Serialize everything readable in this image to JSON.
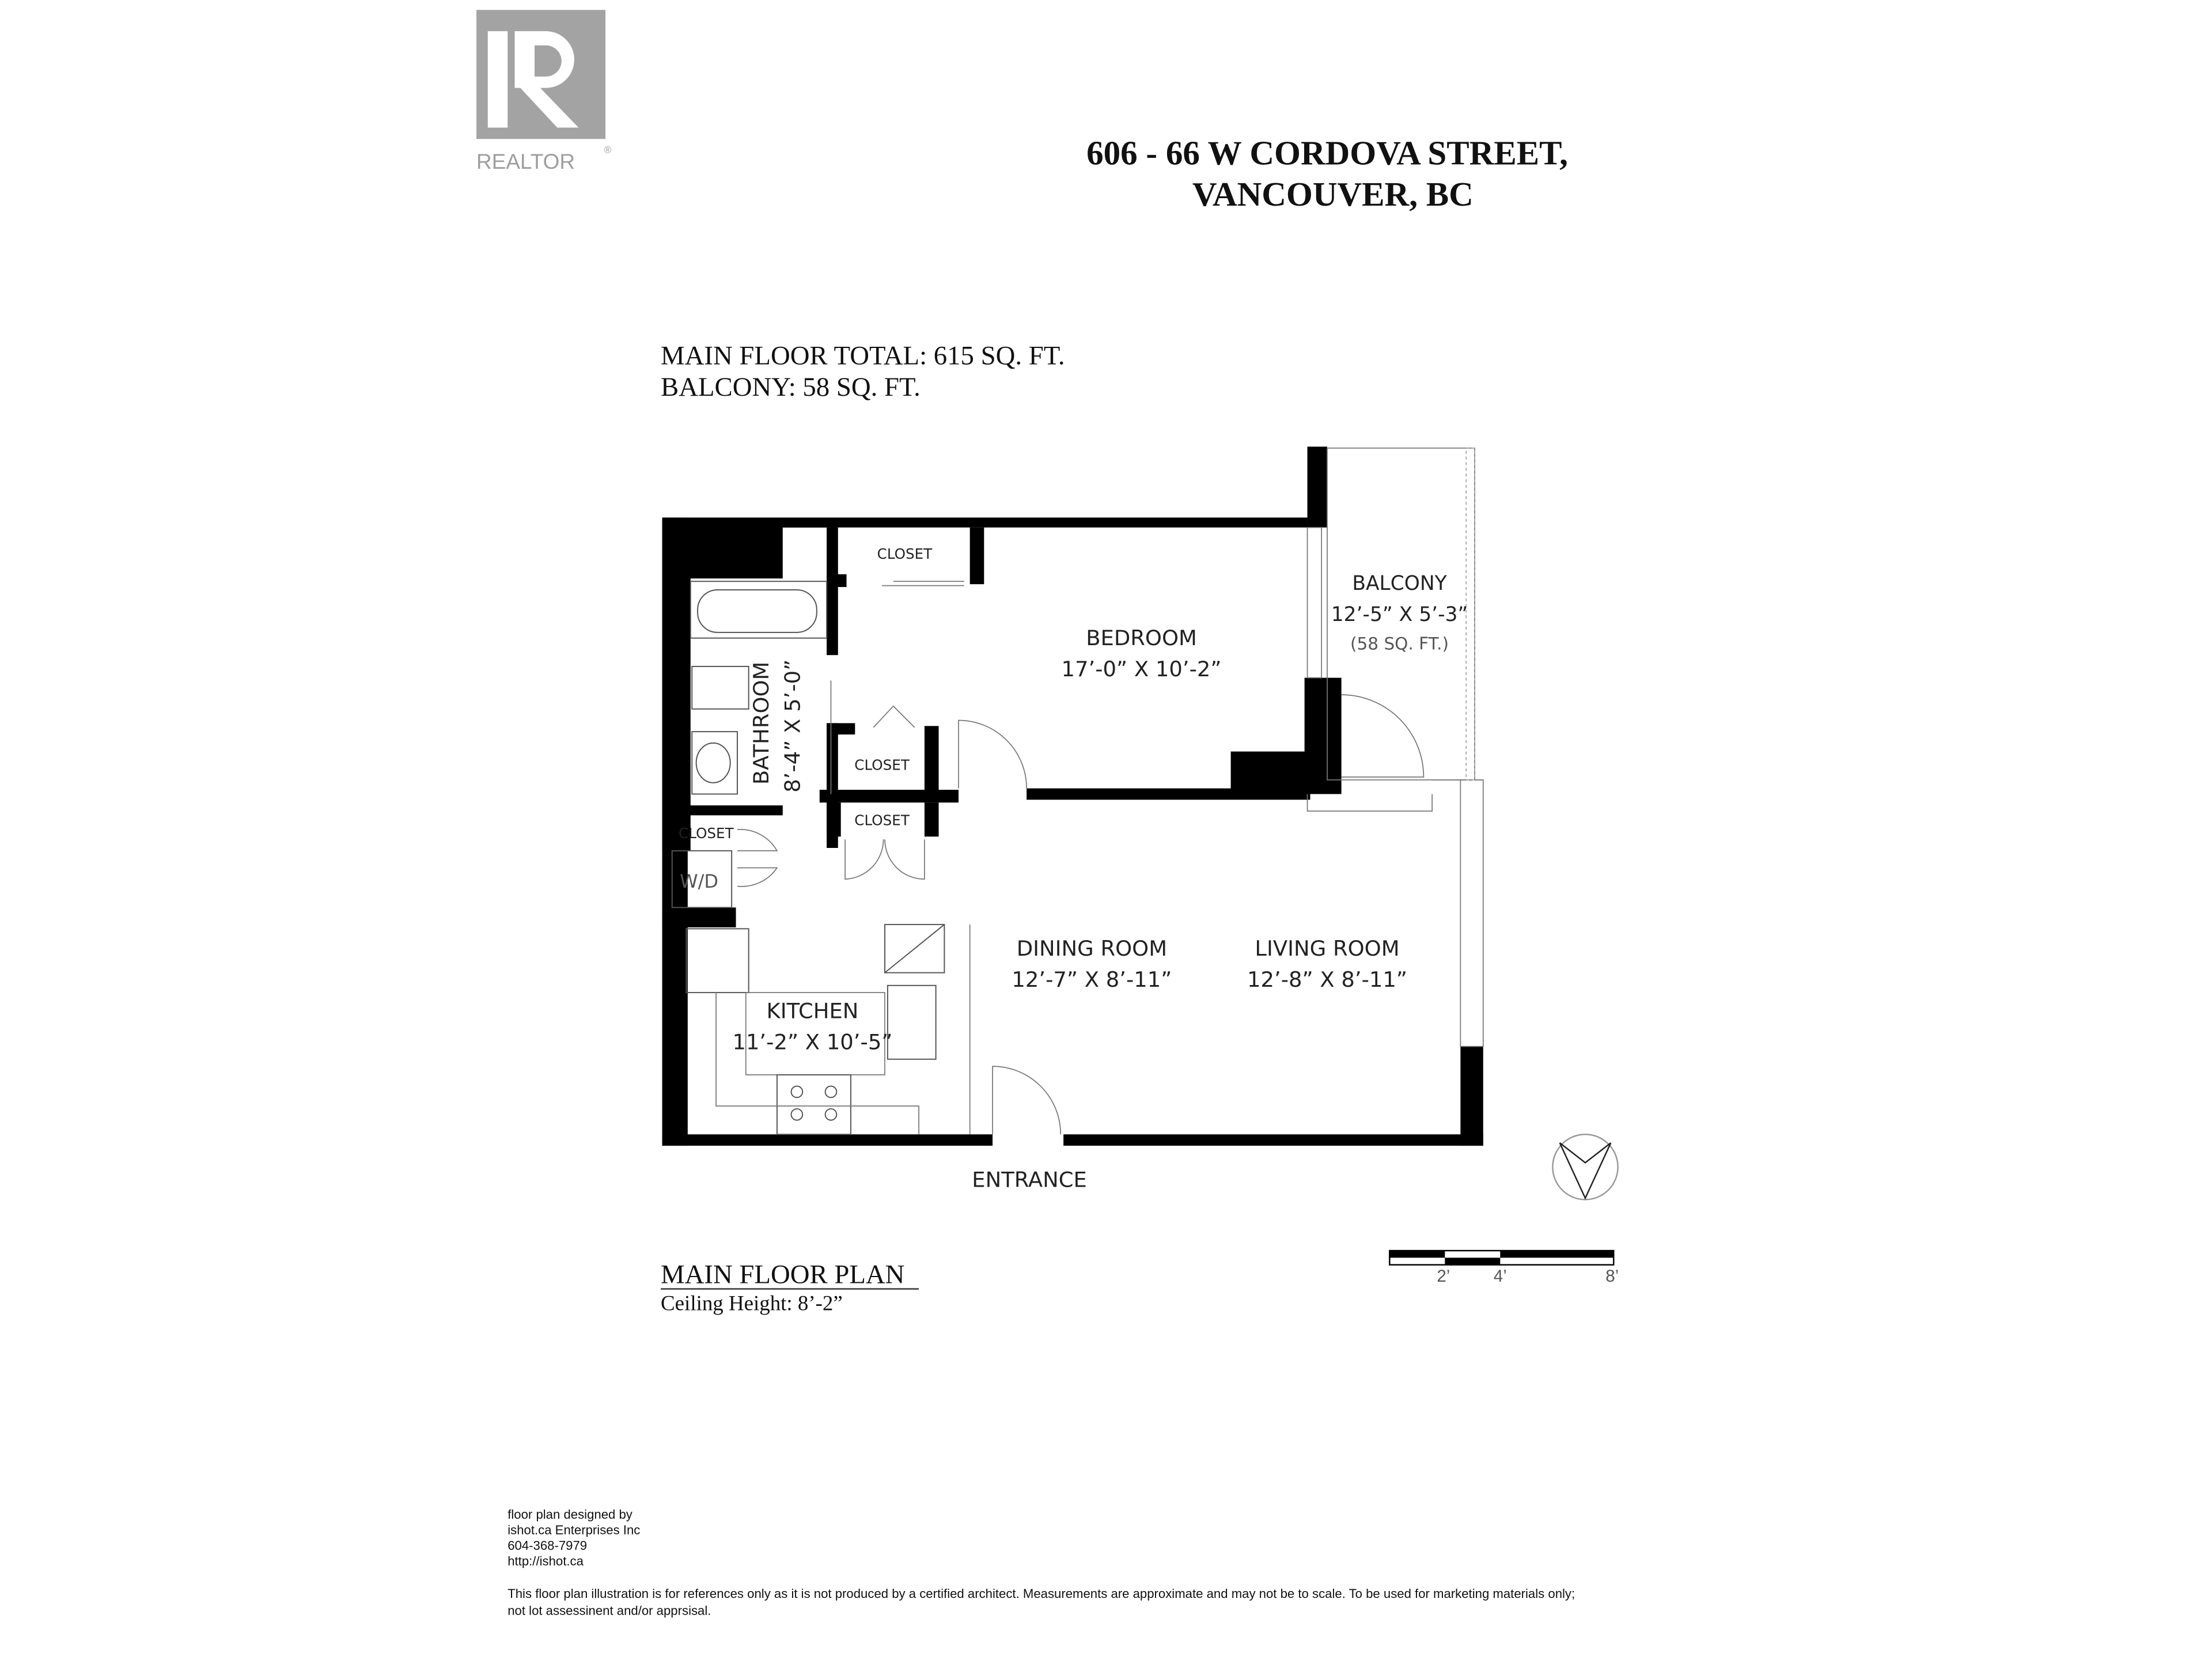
{
  "logo": {
    "text": "REALTOR",
    "registered": "®",
    "color": "#9e9e9e"
  },
  "header": {
    "address_line1": "606 - 66 W CORDOVA STREET,",
    "address_line2": "VANCOUVER, BC"
  },
  "totals": {
    "main_floor": "MAIN FLOOR TOTAL: 615 SQ. FT.",
    "balcony": "BALCONY: 58 SQ. FT."
  },
  "rooms": {
    "bedroom": {
      "name": "BEDROOM",
      "size": "17’-0” X 10’-2”"
    },
    "balcony": {
      "name": "BALCONY",
      "size": "12’-5” X 5’-3”",
      "area": "(58 SQ. FT.)"
    },
    "bathroom": {
      "name": "BATHROOM",
      "size": "8’-4” X 5’-0”"
    },
    "closet_top": "CLOSET",
    "closet_mid": "CLOSET",
    "closet_lower": "CLOSET",
    "closet_left": "CLOSET",
    "wd": "W/D",
    "dining": {
      "name": "DINING ROOM",
      "size": "12’-7” X 8’-11”"
    },
    "living": {
      "name": "LIVING ROOM",
      "size": "12’-8” X 8’-11”"
    },
    "kitchen": {
      "name": "KITCHEN",
      "size": "11’-2” X 10’-5”"
    },
    "entrance": "ENTRANCE"
  },
  "plan": {
    "title": "MAIN FLOOR PLAN",
    "ceiling": "Ceiling Height:  8’-2”"
  },
  "scale_bar": {
    "labels": [
      "2’",
      "4’",
      "8’"
    ]
  },
  "credits": {
    "lines": [
      "floor plan designed by",
      "ishot.ca Enterprises Inc",
      "604-368-7979",
      "http://ishot.ca"
    ]
  },
  "disclaimer": {
    "line1": "This floor plan illustration is for references only as it is not produced by a certified architect. Measurements are approximate and may not be to scale. To be used for marketing materials only;",
    "line2": "not lot assessinent and/or apprsisal."
  }
}
